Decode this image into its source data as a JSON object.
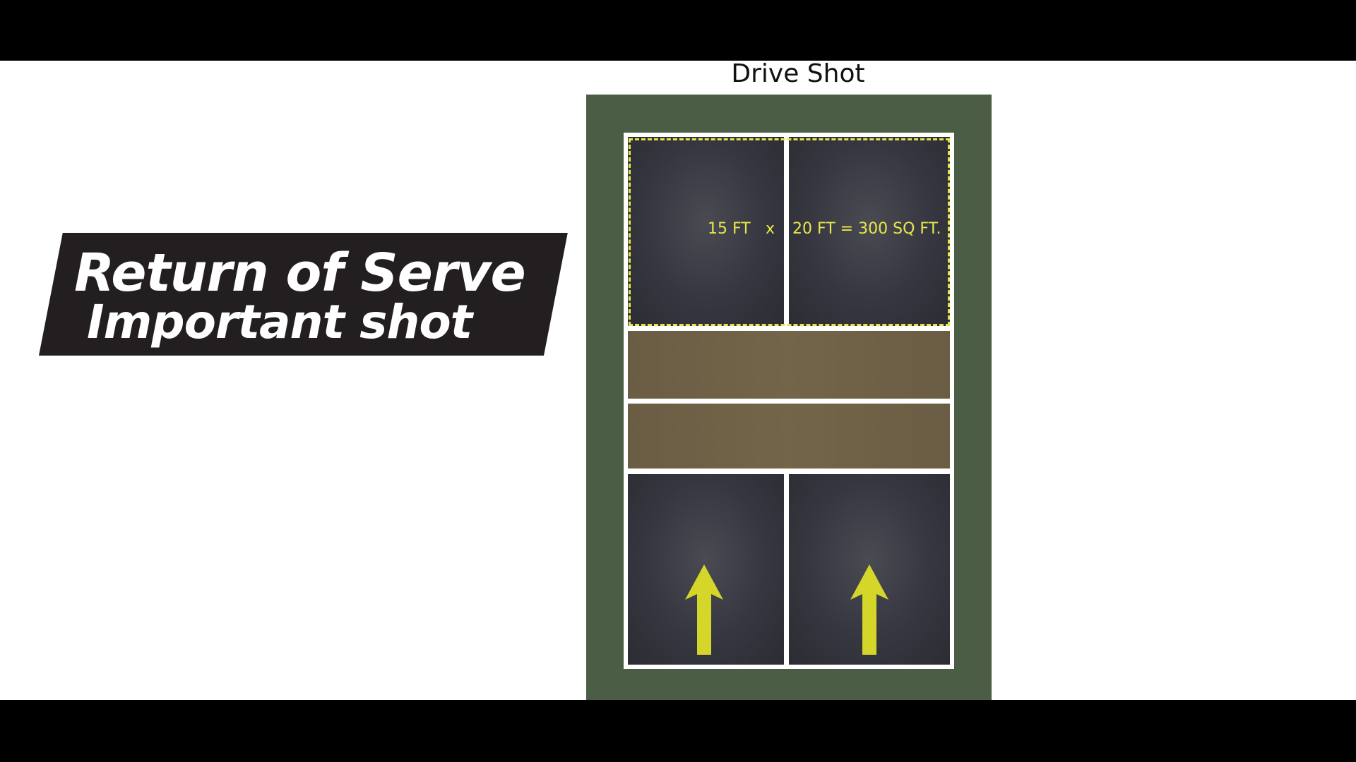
{
  "banner": {
    "line1": "Return of Serve",
    "line2": "Important shot"
  },
  "diagram": {
    "title": "Drive Shot",
    "dimension_left": "15 FT",
    "dimension_times": "x",
    "dimension_right": "20 FT = 300 SQ FT."
  },
  "icons": {
    "arrow_left": "up-arrow-icon",
    "arrow_right": "up-arrow-icon"
  },
  "colors": {
    "court_surround": "#4b5e45",
    "service_box": "#363640",
    "kitchen": "#736548",
    "highlight": "#e6e64a",
    "arrow": "#d4d62a",
    "banner": "#231f20"
  }
}
